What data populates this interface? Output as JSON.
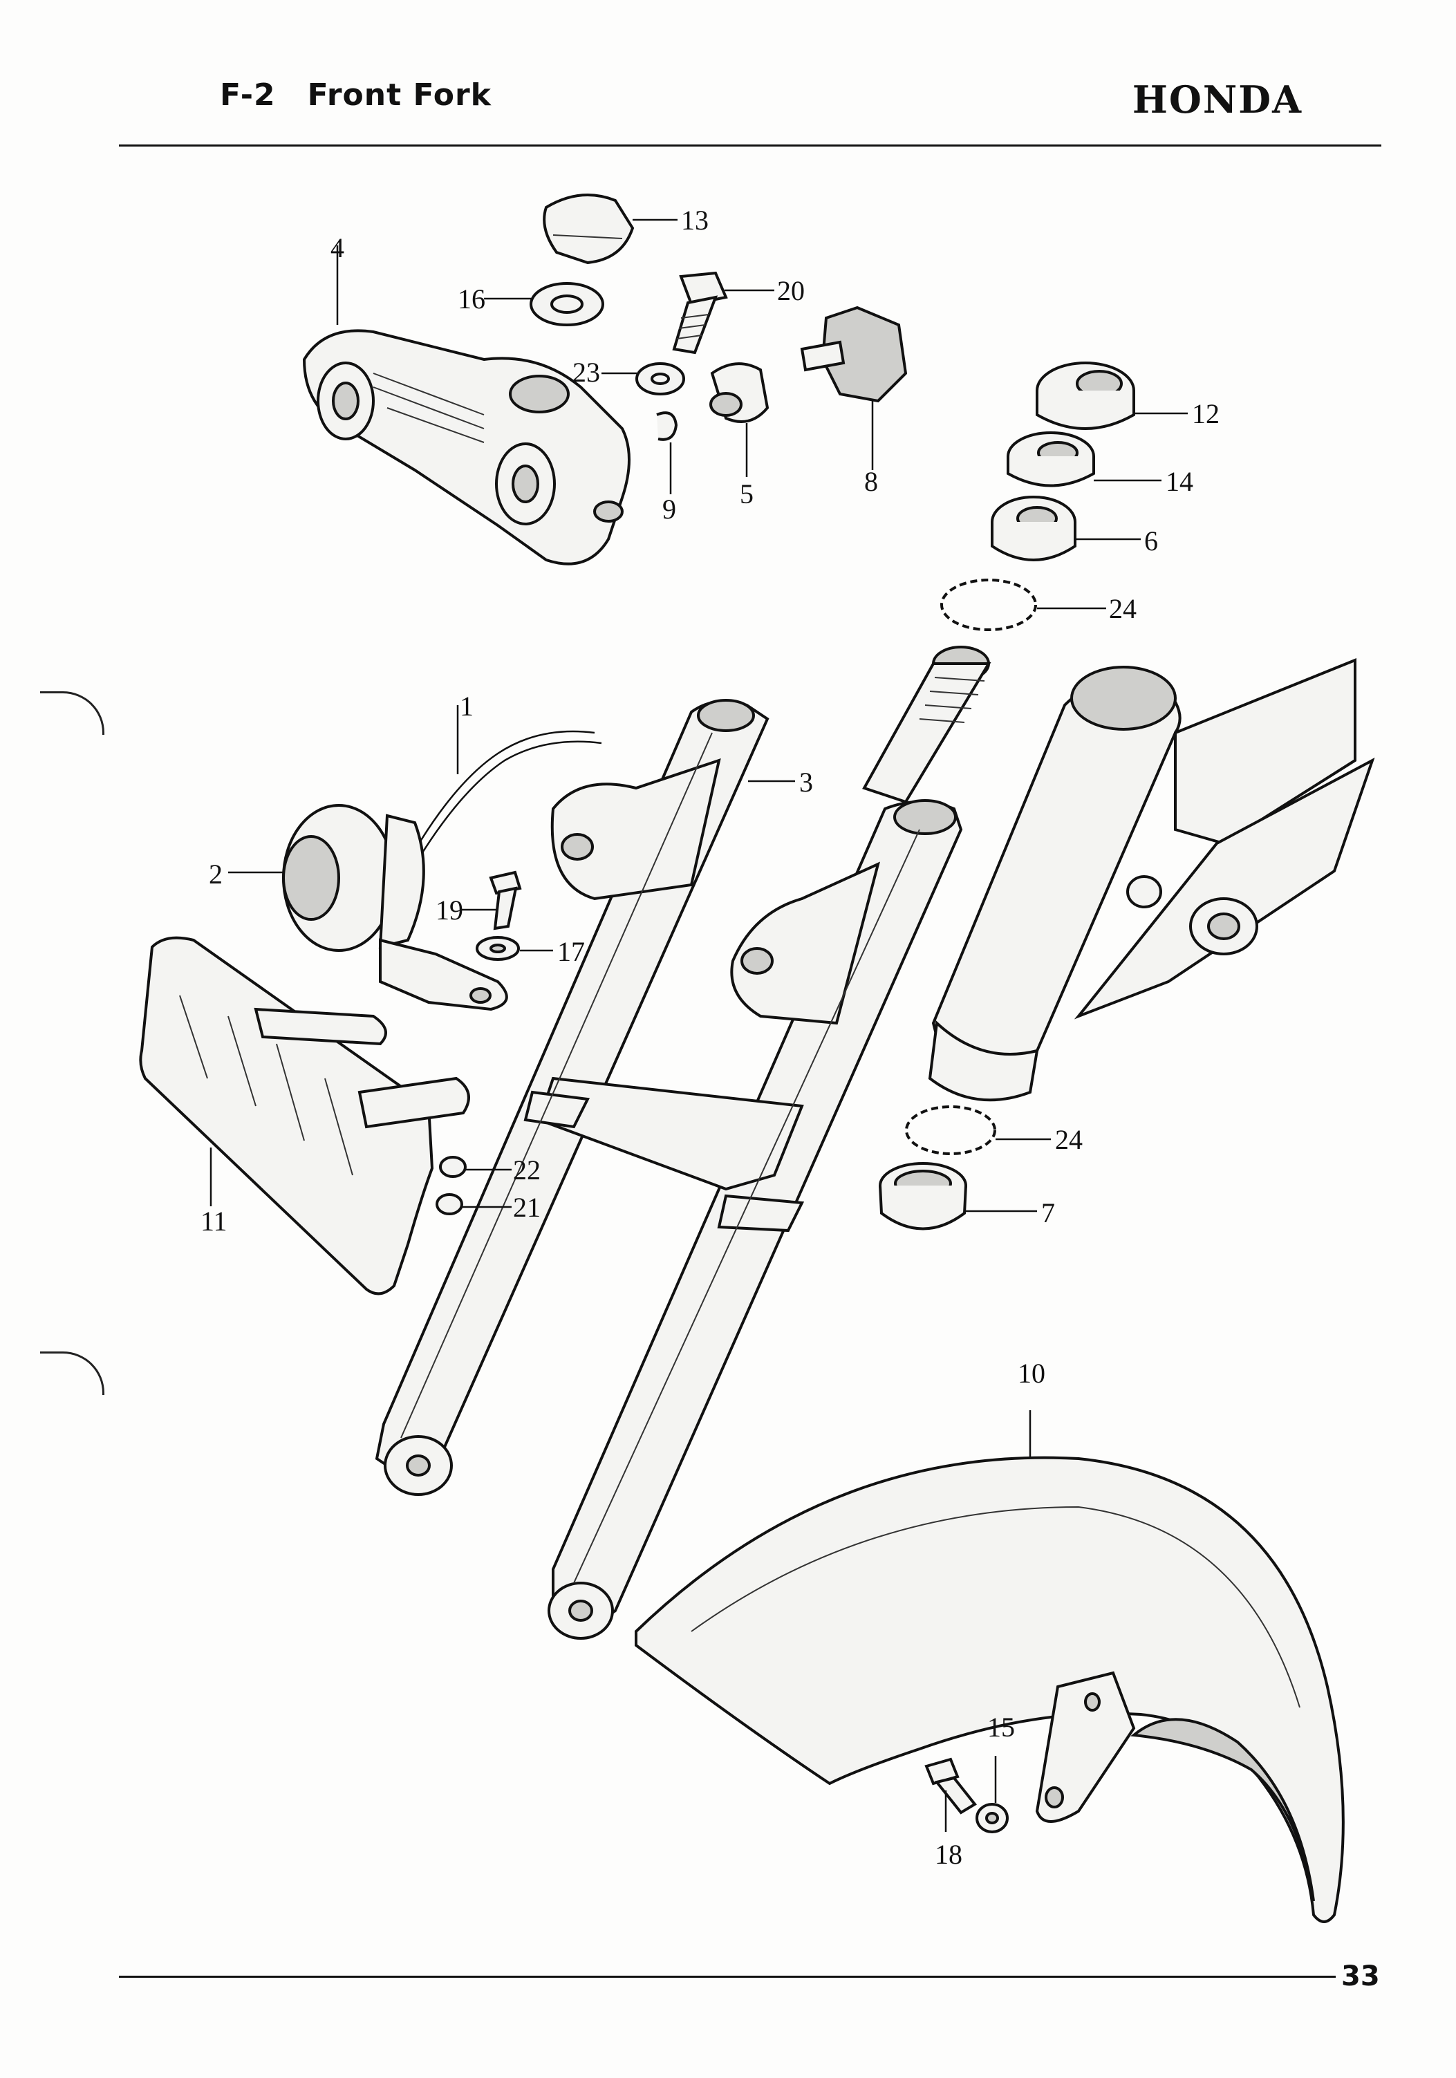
{
  "header": {
    "section_code": "F-2",
    "section_title": "Front Fork",
    "brand": "HONDA"
  },
  "footer": {
    "page_number": "33"
  },
  "callouts": {
    "c1": "1",
    "c2": "2",
    "c3": "3",
    "c4": "4",
    "c5": "5",
    "c6": "6",
    "c7": "7",
    "c8": "8",
    "c9": "9",
    "c10": "10",
    "c11": "11",
    "c12": "12",
    "c13": "13",
    "c14": "14",
    "c15": "15",
    "c16": "16",
    "c17": "17",
    "c18": "18",
    "c19": "19",
    "c20": "20",
    "c21": "21",
    "c22": "22",
    "c23": "23",
    "c24a": "24",
    "c24b": "24"
  }
}
